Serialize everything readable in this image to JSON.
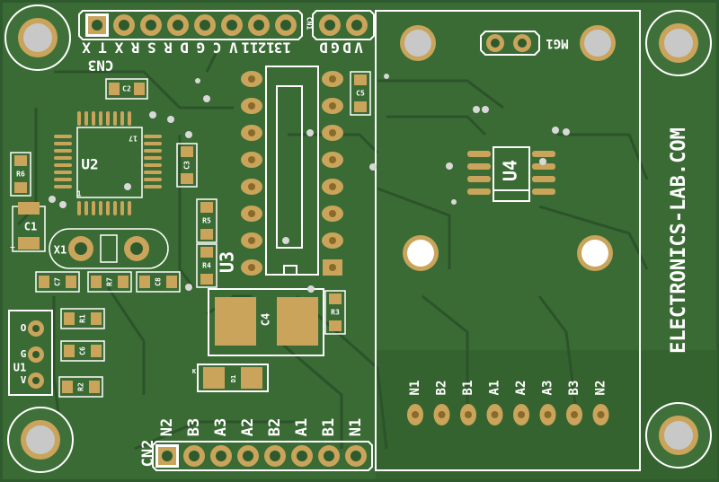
{
  "board": {
    "colors": {
      "substrate": "#2f5a2d",
      "copper_fill": "#3a6b35",
      "trace": "#2a5228",
      "pad": "#c9a45a",
      "pad_dark": "#8a6a2a",
      "hole": "#c8c8c8",
      "silk": "#ffffff"
    },
    "brand": "ELECTRONICS-LAB.COM",
    "designators": {
      "cn1": "CN1",
      "cn2": "CN2",
      "cn3": "CN3",
      "u1": "U1",
      "u2": "U2",
      "u3": "U3",
      "u4": "U4",
      "mg1": "MG1",
      "c1": "C1",
      "c2": "C2",
      "c3": "C3",
      "c4": "C4",
      "c5": "C5",
      "c6": "C6",
      "c7": "C7",
      "c8": "C8",
      "r1": "R1",
      "r2": "R2",
      "r3": "R3",
      "r4": "R4",
      "r5": "R5",
      "r6": "R6",
      "r7": "R7",
      "x1": "X1",
      "d1": "D1"
    },
    "cn3_labels": [
      "X",
      "T",
      "X",
      "R",
      "S",
      "R",
      "D",
      "G",
      "C",
      "V",
      "11",
      "12",
      "13"
    ],
    "cn1_labels": [
      "D",
      "G",
      "D",
      "V"
    ],
    "cn2_labels": [
      "N2",
      "B3",
      "A3",
      "A2",
      "B2",
      "A1",
      "B1",
      "N1"
    ],
    "motor_labels": [
      "N1",
      "B2",
      "B1",
      "A1",
      "A2",
      "A3",
      "B3",
      "N2"
    ],
    "u1_labels": [
      "O",
      "G",
      "V"
    ],
    "pin_marks": {
      "u2_pin17": "17",
      "u2_pin1": "1",
      "plus": "+",
      "k": "K"
    }
  }
}
